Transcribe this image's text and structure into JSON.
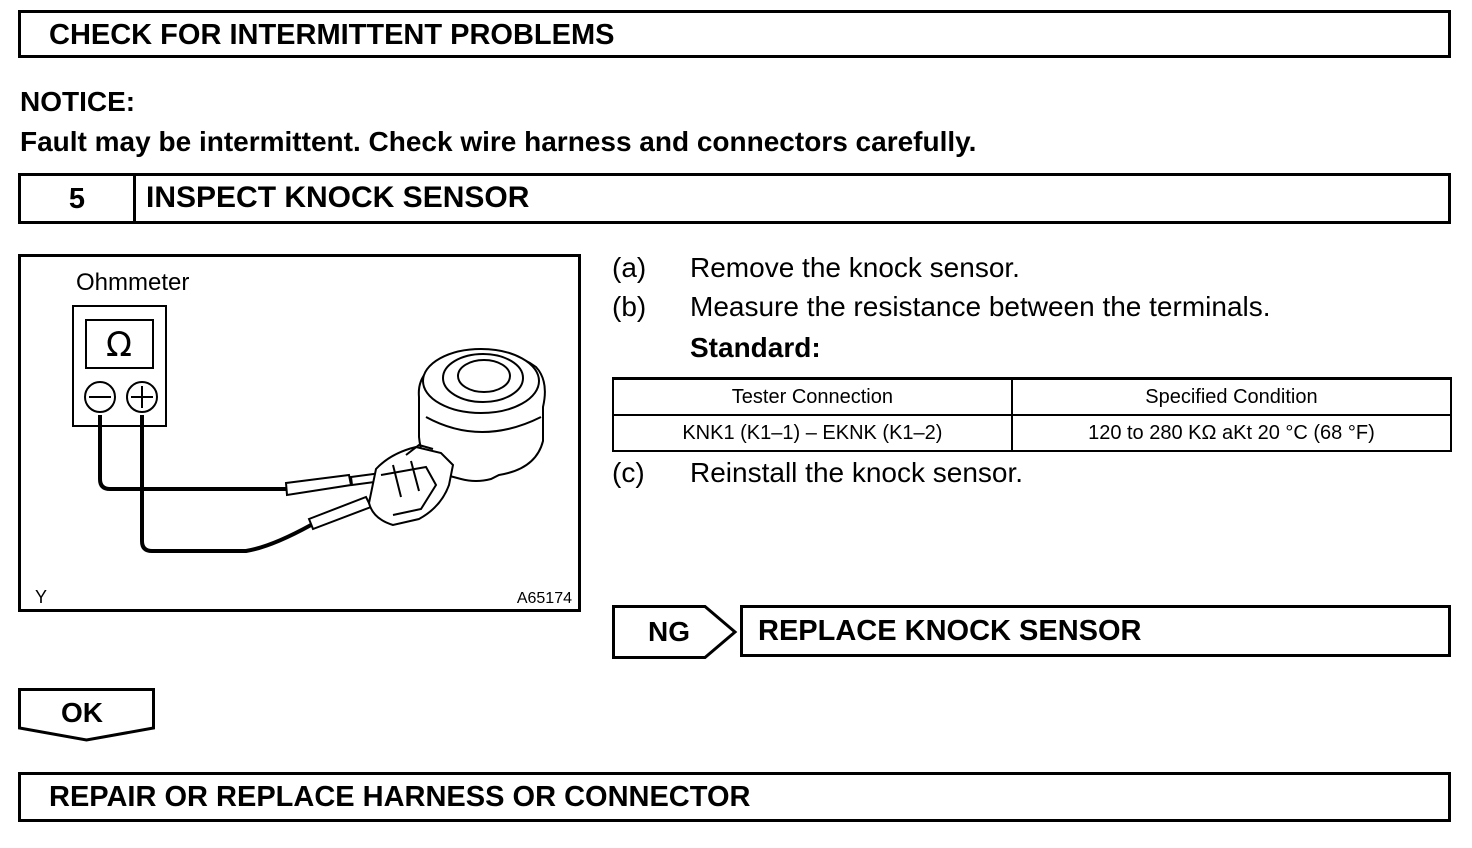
{
  "header": {
    "title": "CHECK FOR INTERMITTENT PROBLEMS"
  },
  "notice": {
    "title": "NOTICE:",
    "text": "Fault may be intermittent. Check wire harness and connectors carefully."
  },
  "step": {
    "number": "5",
    "title": "INSPECT KNOCK SENSOR"
  },
  "figure": {
    "meter_label": "Ohmmeter",
    "omega": "Ω",
    "corner_left": "Y",
    "figure_id": "A65174"
  },
  "instructions": [
    {
      "label": "(a)",
      "text": "Remove the knock sensor."
    },
    {
      "label": "(b)",
      "text": "Measure the resistance between the terminals."
    },
    {
      "label": "(c)",
      "text": "Reinstall the knock sensor."
    }
  ],
  "standard_label": "Standard:",
  "spec_table": {
    "headers": [
      "Tester Connection",
      "Specified Condition"
    ],
    "rows": [
      [
        "KNK1 (K1–1) – EKNK (K1–2)",
        "120 to 280 KΩ aKt 20 °C (68 °F)"
      ]
    ]
  },
  "ng": {
    "tag": "NG",
    "action": "REPLACE KNOCK SENSOR"
  },
  "ok": {
    "tag": "OK"
  },
  "final": {
    "action": "REPAIR OR REPLACE HARNESS OR CONNECTOR"
  }
}
